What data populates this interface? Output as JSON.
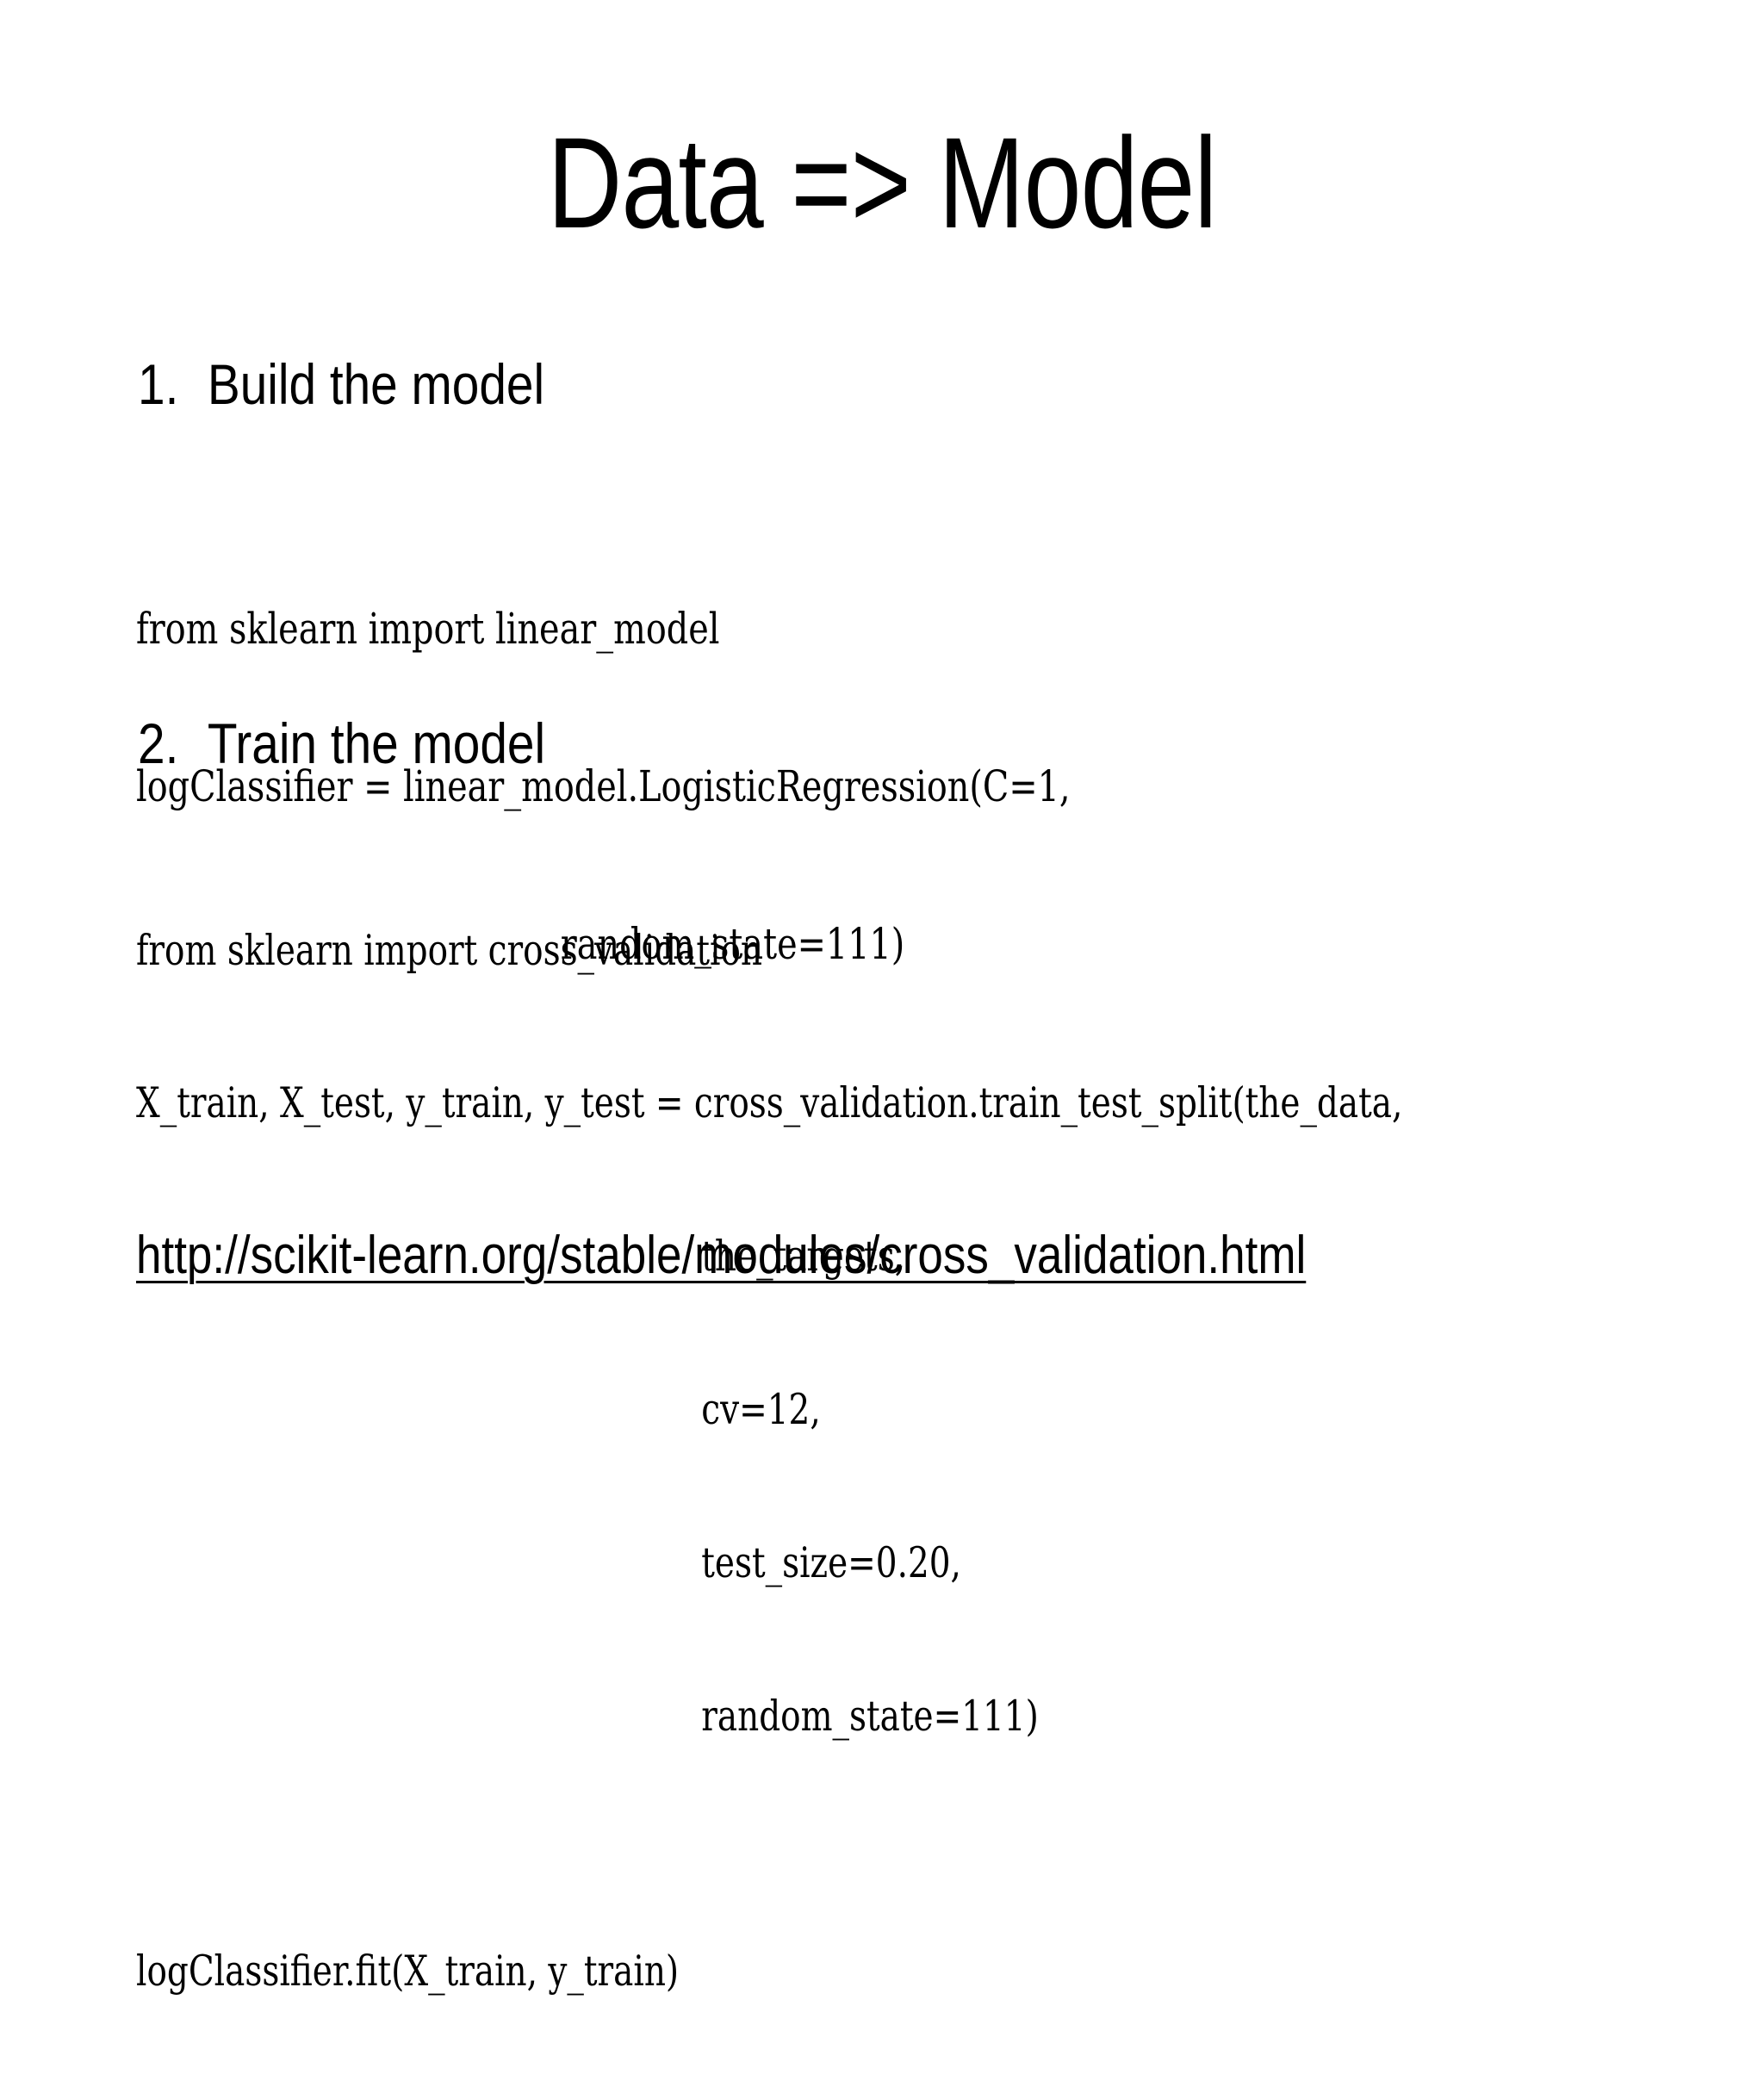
{
  "slide": {
    "title": "Data => Model",
    "background_color": "#ffffff",
    "text_color": "#000000"
  },
  "steps": [
    {
      "number": "1.",
      "label": "Build the model"
    },
    {
      "number": "2.",
      "label": "Train the model"
    }
  ],
  "code_blocks": [
    {
      "id": "build-model",
      "lines": [
        "from sklearn import linear_model",
        "logClassifier = linear_model.LogisticRegression(C=1,",
        "                                       random_state=111)"
      ]
    },
    {
      "id": "train-model",
      "lines": [
        "from sklearn import cross_validation",
        "X_train, X_test, y_train, y_test = cross_validation.train_test_split(the_data,",
        "                                                     the_targets,",
        "                                                     cv=12,",
        "                                                     test_size=0.20,",
        "                                                     random_state=111)",
        "",
        "logClassifier.fit(X_train, y_train)"
      ]
    }
  ],
  "link": {
    "text": "http://scikit-learn.org/stable/modules/cross_validation.html"
  }
}
